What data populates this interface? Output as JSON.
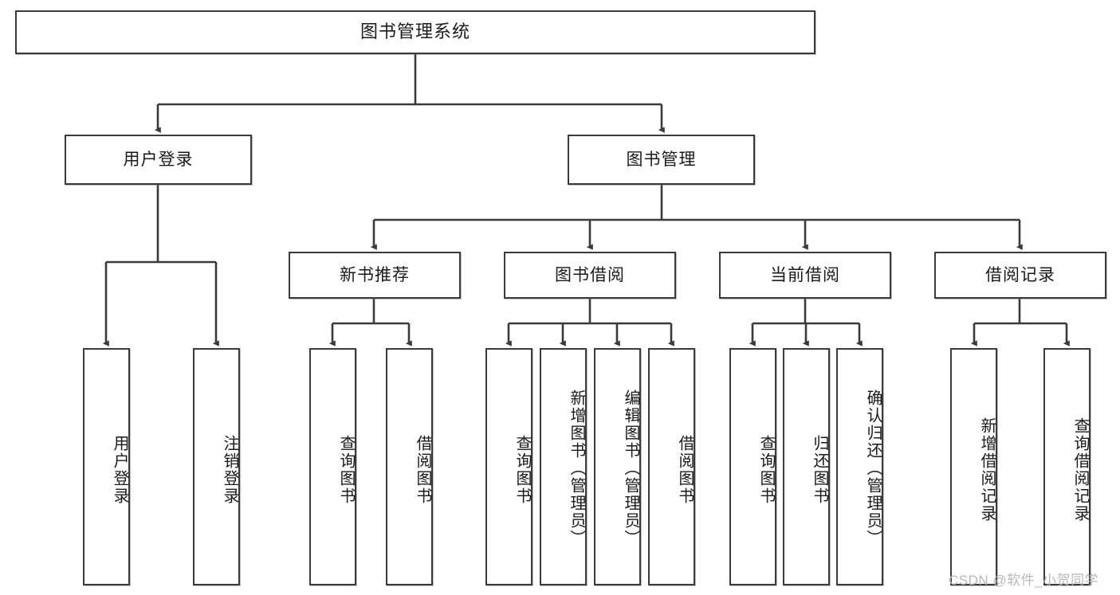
{
  "diagram": {
    "title": "图书管理系统",
    "type": "tree-hierarchy-diagram",
    "colors": {
      "box_border": "#3a3a3a",
      "box_fill": "#ffffff",
      "connector": "#3a3a3a",
      "text": "#1a1a1a",
      "watermark": "#b9b9b9",
      "background": "#ffffff"
    }
  },
  "root": {
    "label": "图书管理系统"
  },
  "level2": [
    {
      "label": "用户登录"
    },
    {
      "label": "图书管理"
    }
  ],
  "level3": [
    {
      "label": "新书推荐"
    },
    {
      "label": "图书借阅"
    },
    {
      "label": "当前借阅"
    },
    {
      "label": "借阅记录"
    }
  ],
  "leaves": {
    "user_login": [
      {
        "label": "用户登录"
      },
      {
        "label": "注销登录"
      }
    ],
    "new_book_recommend": [
      {
        "label": "查询图书"
      },
      {
        "label": "借阅图书"
      }
    ],
    "book_borrow": [
      {
        "label": "查询图书"
      },
      {
        "label": "新增图书（管理员）"
      },
      {
        "label": "编辑图书（管理员）"
      },
      {
        "label": "借阅图书"
      }
    ],
    "current_borrow": [
      {
        "label": "查询图书"
      },
      {
        "label": "归还图书"
      },
      {
        "label": "确认归还（管理员）"
      }
    ],
    "borrow_record": [
      {
        "label": "新增借阅记录"
      },
      {
        "label": "查询借阅记录"
      }
    ]
  },
  "watermark": {
    "text": "CSDN @软件_小贺同学"
  }
}
